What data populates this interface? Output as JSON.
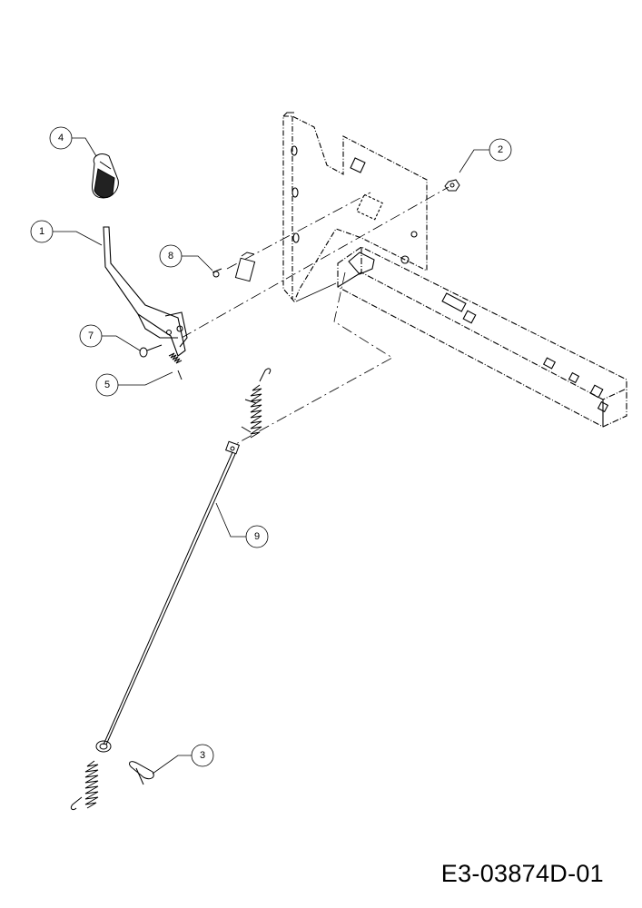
{
  "callouts": {
    "c1": "1",
    "c2": "2",
    "c3": "3",
    "c4": "4",
    "c5": "5",
    "c7": "7",
    "c8": "8",
    "c9": "9"
  },
  "drawing_code": "E3-03874D-01"
}
